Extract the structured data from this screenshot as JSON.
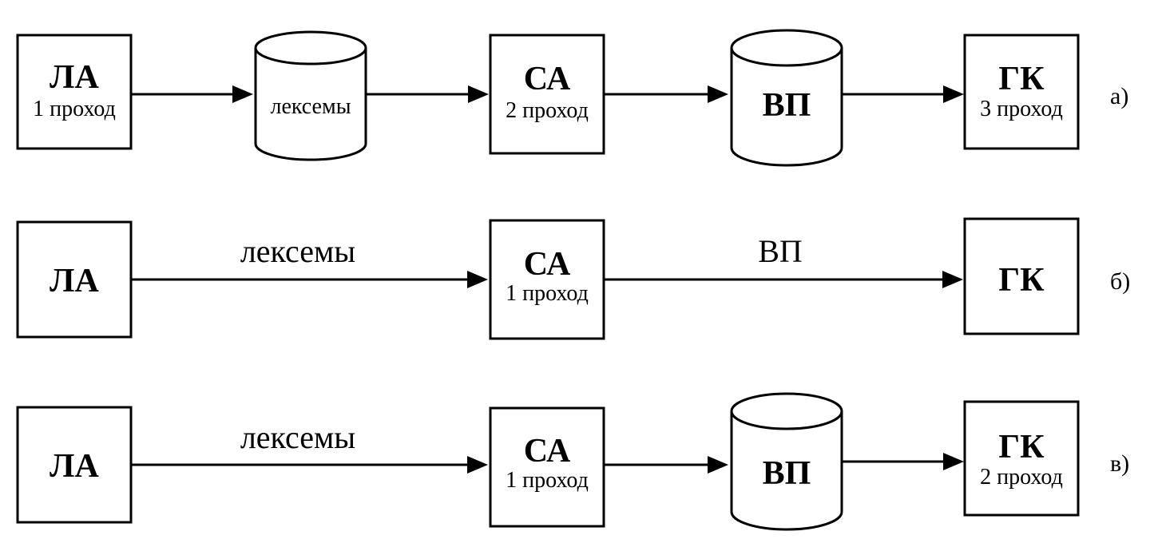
{
  "row_a": {
    "la_title": "ЛА",
    "la_pass": "1 проход",
    "lex_store": "лексемы",
    "sa_title": "СА",
    "sa_pass": "2 проход",
    "vp_store": "ВП",
    "gk_title": "ГК",
    "gk_pass": "3 проход",
    "label": "а)"
  },
  "row_b": {
    "la_title": "ЛА",
    "lex_label": "лексемы",
    "sa_title": "СА",
    "sa_pass": "1 проход",
    "vp_label": "ВП",
    "gk_title": "ГК",
    "label": "б)"
  },
  "row_c": {
    "la_title": "ЛА",
    "lex_label": "лексемы",
    "sa_title": "СА",
    "sa_pass": "1 проход",
    "vp_store": "ВП",
    "gk_title": "ГК",
    "gk_pass": "2 проход",
    "label": "в)"
  }
}
